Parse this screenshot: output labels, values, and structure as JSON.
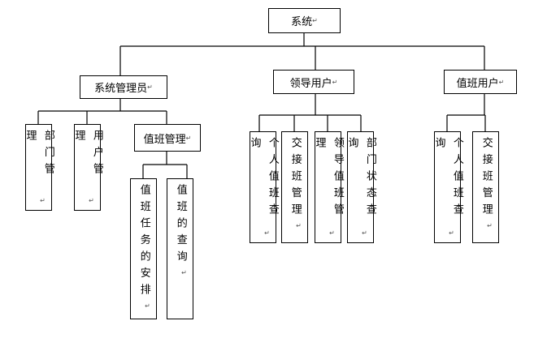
{
  "paragraph_mark": "↵",
  "root": {
    "label": "系统"
  },
  "branches": [
    {
      "label": "系统管理员",
      "children": [
        {
          "label": "部门管理"
        },
        {
          "label": "用户管理"
        },
        {
          "label": "值班管理",
          "children": [
            {
              "label": "值班任务的安排"
            },
            {
              "label": "值班的查询"
            }
          ]
        }
      ]
    },
    {
      "label": "领导用户",
      "children": [
        {
          "label": "个人值班查询"
        },
        {
          "label": "交接班管理"
        },
        {
          "label": "领导值班管理"
        },
        {
          "label": "部门状态查询"
        }
      ]
    },
    {
      "label": "值班用户",
      "children": [
        {
          "label": "个人值班查询"
        },
        {
          "label": "交接班管理"
        }
      ]
    }
  ]
}
